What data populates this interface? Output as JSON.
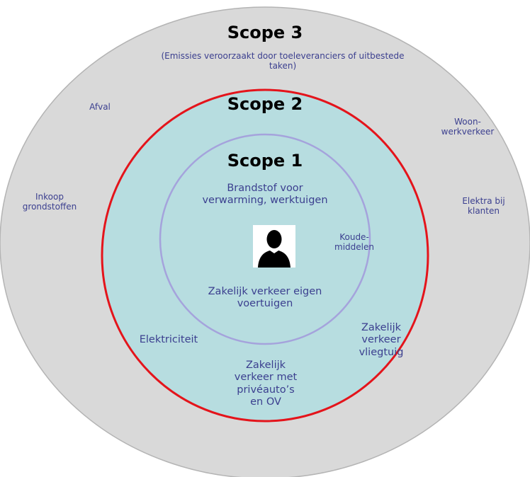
{
  "colors": {
    "outer_fill": "#d9d9d9",
    "outer_stroke": "#b4b4b4",
    "scope2_fill": "#b7dde0",
    "scope2_stroke": "#e4141b",
    "scope1_stroke": "#a5a3dc",
    "text": "#3b3f8f",
    "title": "#000000"
  },
  "scope3": {
    "title": "Scope 3",
    "subtitle": "(Emissies veroorzaakt door toeleveranciers of uitbestede\ntaken)",
    "items": {
      "afval": "Afval",
      "inkoop": "Inkoop\ngrondstoffen",
      "woonwerk": "Woon-\nwerkverkeer",
      "elektra": "Elektra bij\nklanten"
    }
  },
  "scope2": {
    "title": "Scope 2",
    "items": {
      "elektriciteit": "Elektriciteit",
      "vliegtuig": "Zakelijk\nverkeer\nvliegtuig",
      "prive": "Zakelijk\nverkeer met\nprivéauto’s\nen OV"
    }
  },
  "scope1": {
    "title": "Scope 1",
    "items": {
      "brandstof": "Brandstof voor\nverwarming, werktuigen",
      "koude": "Koude-\nmiddelen",
      "eigen": "Zakelijk verkeer eigen\nvoertuigen"
    }
  },
  "icons": {
    "person": "person-silhouette-icon"
  }
}
